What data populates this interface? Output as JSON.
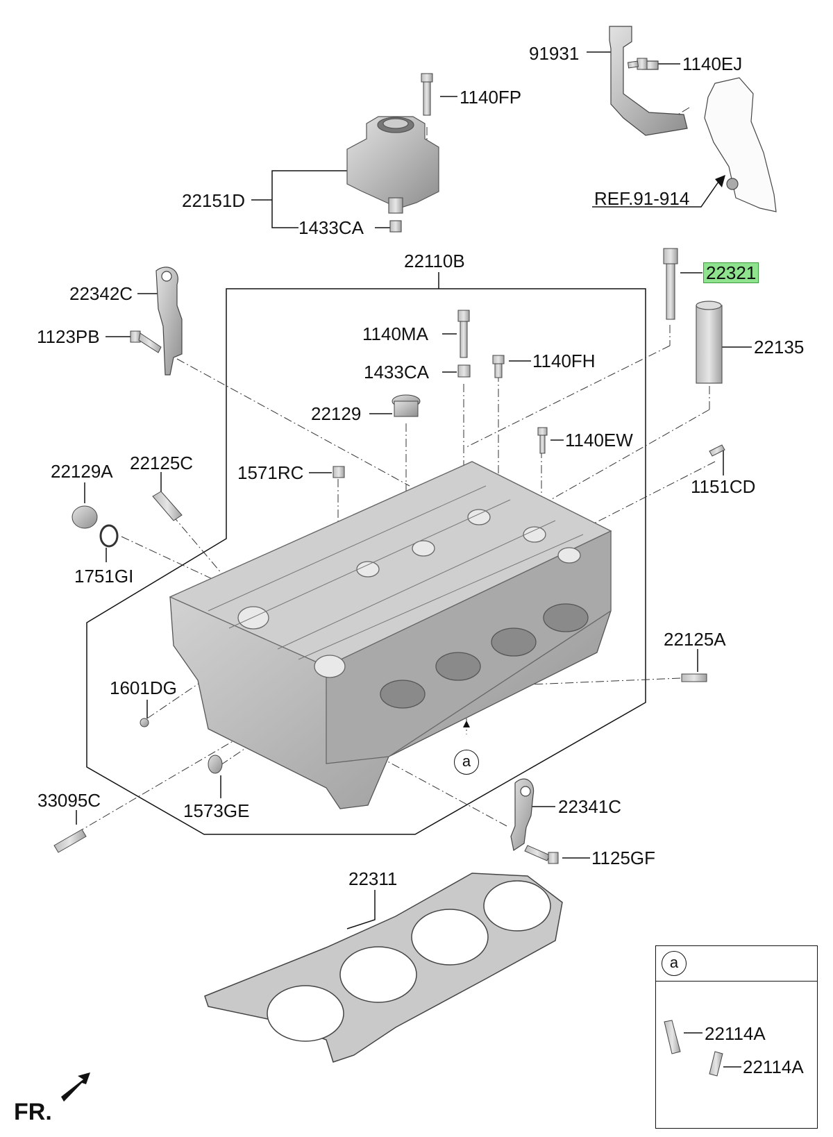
{
  "diagram": {
    "labels": {
      "p91931": "91931",
      "p1140EJ": "1140EJ",
      "pREF": "REF.91-914",
      "p1140FP": "1140FP",
      "p22151D": "22151D",
      "p1433CA_top": "1433CA",
      "p22110B": "22110B",
      "p22321": "22321",
      "p22342C": "22342C",
      "p1123PB": "1123PB",
      "p1140MA": "1140MA",
      "p1433CA": "1433CA",
      "p1140FH": "1140FH",
      "p22135": "22135",
      "p22129": "22129",
      "p1140EW": "1140EW",
      "p22129A": "22129A",
      "p22125C": "22125C",
      "p1571RC": "1571RC",
      "p1151CD": "1151CD",
      "p1751GI": "1751GI",
      "p22125A": "22125A",
      "p1601DG": "1601DG",
      "p33095C": "33095C",
      "p1573GE": "1573GE",
      "p22341C": "22341C",
      "p1125GF": "1125GF",
      "p22311": "22311",
      "p22114A_1": "22114A",
      "p22114A_2": "22114A"
    },
    "highlighted_part": "22321",
    "highlight_color": "#8fe38f",
    "callout_a": "a",
    "inset_callout": "a",
    "front_label": "FR."
  }
}
